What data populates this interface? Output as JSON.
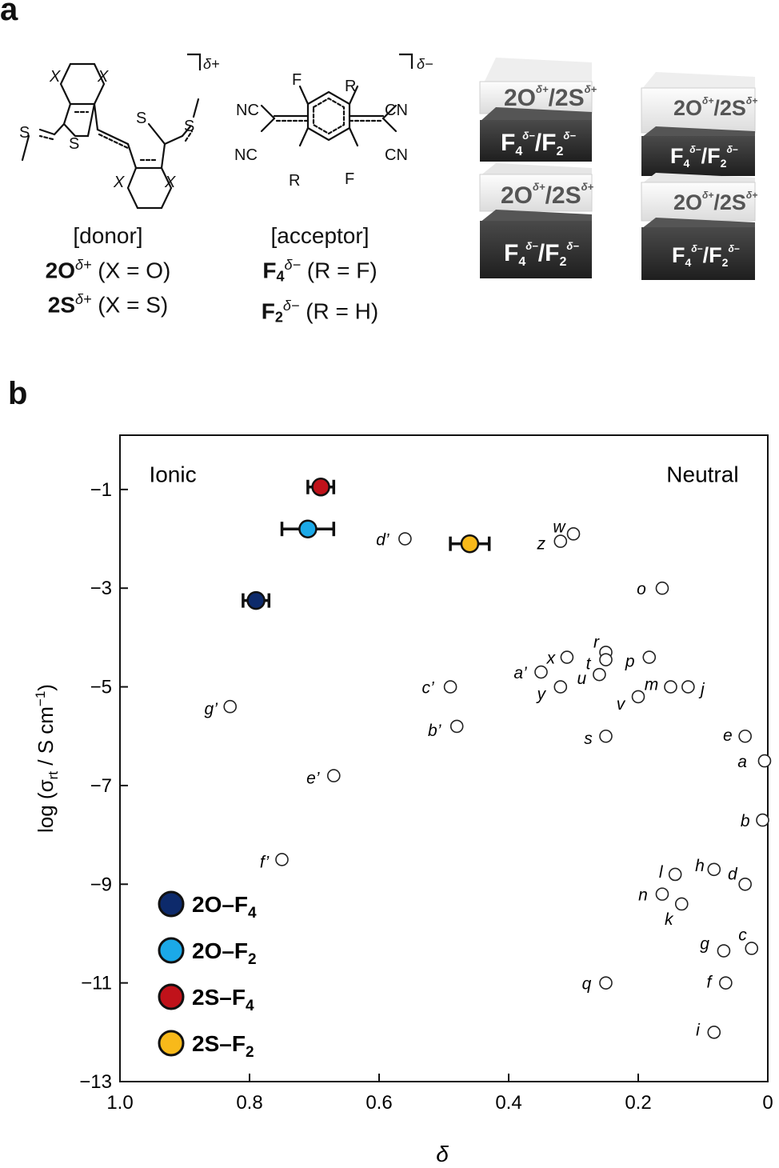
{
  "panel_a": {
    "label": "a",
    "donor": {
      "heading": "[donor]",
      "line1": {
        "name": "2O",
        "charge": "δ+",
        "rest": " (X = O)"
      },
      "line2": {
        "name": "2S",
        "charge": "δ+",
        "rest": " (X = S)"
      },
      "bracket_charge": "δ+",
      "atoms": {
        "x": "X",
        "s": "S"
      }
    },
    "acceptor": {
      "heading": "[acceptor]",
      "line1": {
        "name": "F",
        "sub": "4",
        "charge": "δ−",
        "rest": " (R = F)"
      },
      "line2": {
        "name": "F",
        "sub": "2",
        "charge": "δ−",
        "rest": " (R = H)"
      },
      "bracket_charge": "δ−",
      "atoms": {
        "f": "F",
        "r": "R",
        "nc": "NC",
        "cn": "CN"
      }
    },
    "stack_blocks": {
      "donor": {
        "left": "2O",
        "left_charge": "δ+",
        "right": "2S",
        "right_charge": "δ+"
      },
      "acceptor": {
        "left": "F",
        "left_sub": "4",
        "left_charge": "δ−",
        "right": "F",
        "right_sub": "2",
        "right_charge": "δ−"
      },
      "colors": {
        "donor_top": "#e8e8e8",
        "donor_front": "#f7f7f7",
        "acceptor_top": "#555555",
        "acceptor_front": "#2a2a2a"
      }
    }
  },
  "panel_b": {
    "label": "b"
  },
  "chart_data": {
    "type": "scatter",
    "xlabel": "δ",
    "ylabel": "log (σ",
    "ylabel_sub": "rt",
    "ylabel_tail": " / S cm",
    "ylabel_sup": "−1",
    "ylabel_end": ")",
    "xlim": [
      1.0,
      0
    ],
    "ylim": [
      -13,
      0.1
    ],
    "x_ticks": [
      {
        "v": 1.0,
        "label": "1.0"
      },
      {
        "v": 0.8,
        "label": "0.8"
      },
      {
        "v": 0.6,
        "label": "0.6"
      },
      {
        "v": 0.4,
        "label": "0.4"
      },
      {
        "v": 0.2,
        "label": "0.2"
      },
      {
        "v": 0,
        "label": "0"
      }
    ],
    "y_ticks": [
      {
        "v": -1,
        "label": "−1"
      },
      {
        "v": -3,
        "label": "−3"
      },
      {
        "v": -5,
        "label": "−5"
      },
      {
        "v": -7,
        "label": "−7"
      },
      {
        "v": -9,
        "label": "−9"
      },
      {
        "v": -11,
        "label": "−11"
      },
      {
        "v": -13,
        "label": "−13"
      }
    ],
    "annotations": [
      {
        "text": "Ionic",
        "x": 0.955,
        "y": -0.85,
        "anchor": "start"
      },
      {
        "text": "Neutral",
        "x": 0.045,
        "y": -0.85,
        "anchor": "end"
      }
    ],
    "colors": {
      "2O-F4": "#0d2a6b",
      "2O-F2": "#1ba9e8",
      "2S-F4": "#c0121a",
      "2S-F2": "#f8b91a"
    },
    "series": [
      {
        "name": "2O–F",
        "sub": "4",
        "color": "#0d2a6b",
        "x": 0.79,
        "y": -3.25,
        "xerr": 0.02
      },
      {
        "name": "2O–F",
        "sub": "2",
        "color": "#1ba9e8",
        "x": 0.71,
        "y": -1.8,
        "xerr": 0.04
      },
      {
        "name": "2S–F",
        "sub": "4",
        "color": "#c0121a",
        "x": 0.69,
        "y": -0.95,
        "xerr": 0.02
      },
      {
        "name": "2S–F",
        "sub": "2",
        "color": "#f8b91a",
        "x": 0.46,
        "y": -2.1,
        "xerr": 0.03
      }
    ],
    "reference_points": [
      {
        "label": "a",
        "x": 0.005,
        "y": -6.5,
        "lx": -22,
        "ly": 8,
        "anchor": "end"
      },
      {
        "label": "b",
        "x": 0.008,
        "y": -7.7,
        "lx": -16,
        "ly": 8,
        "anchor": "end"
      },
      {
        "label": "c",
        "x": 0.025,
        "y": -10.3,
        "lx": -6,
        "ly": -10,
        "anchor": "end"
      },
      {
        "label": "d",
        "x": 0.035,
        "y": -9.0,
        "lx": -10,
        "ly": -6,
        "anchor": "end"
      },
      {
        "label": "e",
        "x": 0.035,
        "y": -6.0,
        "lx": -16,
        "ly": 6,
        "anchor": "end"
      },
      {
        "label": "f",
        "x": 0.065,
        "y": -11.0,
        "lx": -18,
        "ly": 6,
        "anchor": "end"
      },
      {
        "label": "g",
        "x": 0.068,
        "y": -10.35,
        "lx": -18,
        "ly": -2,
        "anchor": "end"
      },
      {
        "label": "h",
        "x": 0.083,
        "y": -8.7,
        "lx": -12,
        "ly": 2,
        "anchor": "end"
      },
      {
        "label": "i",
        "x": 0.083,
        "y": -12.0,
        "lx": -18,
        "ly": 4,
        "anchor": "end"
      },
      {
        "label": "j",
        "x": 0.123,
        "y": -5.0,
        "lx": 18,
        "ly": 10,
        "anchor": "middle"
      },
      {
        "label": "k",
        "x": 0.133,
        "y": -9.4,
        "lx": -16,
        "ly": 26,
        "anchor": "middle"
      },
      {
        "label": "l",
        "x": 0.143,
        "y": -8.8,
        "lx": -18,
        "ly": 4,
        "anchor": "middle"
      },
      {
        "label": "m",
        "x": 0.15,
        "y": -5.0,
        "lx": -24,
        "ly": 4,
        "anchor": "middle"
      },
      {
        "label": "n",
        "x": 0.163,
        "y": -9.2,
        "lx": -24,
        "ly": 8,
        "anchor": "middle"
      },
      {
        "label": "o",
        "x": 0.163,
        "y": -3.0,
        "lx": -26,
        "ly": 8,
        "anchor": "middle"
      },
      {
        "label": "p",
        "x": 0.183,
        "y": -4.4,
        "lx": -24,
        "ly": 12,
        "anchor": "middle"
      },
      {
        "label": "q",
        "x": 0.25,
        "y": -11.0,
        "lx": -24,
        "ly": 8,
        "anchor": "middle"
      },
      {
        "label": "r",
        "x": 0.25,
        "y": -4.3,
        "lx": -12,
        "ly": -6,
        "anchor": "middle"
      },
      {
        "label": "s",
        "x": 0.25,
        "y": -6.0,
        "lx": -22,
        "ly": 10,
        "anchor": "middle"
      },
      {
        "label": "t",
        "x": 0.25,
        "y": -4.45,
        "lx": -22,
        "ly": 12,
        "anchor": "middle"
      },
      {
        "label": "u",
        "x": 0.26,
        "y": -4.75,
        "lx": -22,
        "ly": 12,
        "anchor": "middle"
      },
      {
        "label": "v",
        "x": 0.2,
        "y": -5.2,
        "lx": -22,
        "ly": 16,
        "anchor": "middle"
      },
      {
        "label": "w",
        "x": 0.3,
        "y": -1.9,
        "lx": -18,
        "ly": -2,
        "anchor": "middle"
      },
      {
        "label": "x",
        "x": 0.31,
        "y": -4.4,
        "lx": -20,
        "ly": 8,
        "anchor": "middle"
      },
      {
        "label": "y",
        "x": 0.32,
        "y": -5.0,
        "lx": -24,
        "ly": 16,
        "anchor": "middle"
      },
      {
        "label": "z",
        "x": 0.32,
        "y": -2.05,
        "lx": -24,
        "ly": 10,
        "anchor": "middle"
      },
      {
        "label": "a’",
        "x": 0.35,
        "y": -4.7,
        "lx": -26,
        "ly": 8,
        "anchor": "middle"
      },
      {
        "label": "b’",
        "x": 0.48,
        "y": -5.8,
        "lx": -28,
        "ly": 12,
        "anchor": "middle"
      },
      {
        "label": "c’",
        "x": 0.49,
        "y": -5.0,
        "lx": -28,
        "ly": 8,
        "anchor": "middle"
      },
      {
        "label": "d’",
        "x": 0.56,
        "y": -2.0,
        "lx": -28,
        "ly": 8,
        "anchor": "middle"
      },
      {
        "label": "e’",
        "x": 0.67,
        "y": -6.8,
        "lx": -26,
        "ly": 10,
        "anchor": "middle"
      },
      {
        "label": "f’",
        "x": 0.75,
        "y": -8.5,
        "lx": -22,
        "ly": 10,
        "anchor": "middle"
      },
      {
        "label": "g’",
        "x": 0.83,
        "y": -5.4,
        "lx": -24,
        "ly": 10,
        "anchor": "middle"
      }
    ],
    "legend": {
      "placement": "lower-left"
    },
    "grid": false
  }
}
